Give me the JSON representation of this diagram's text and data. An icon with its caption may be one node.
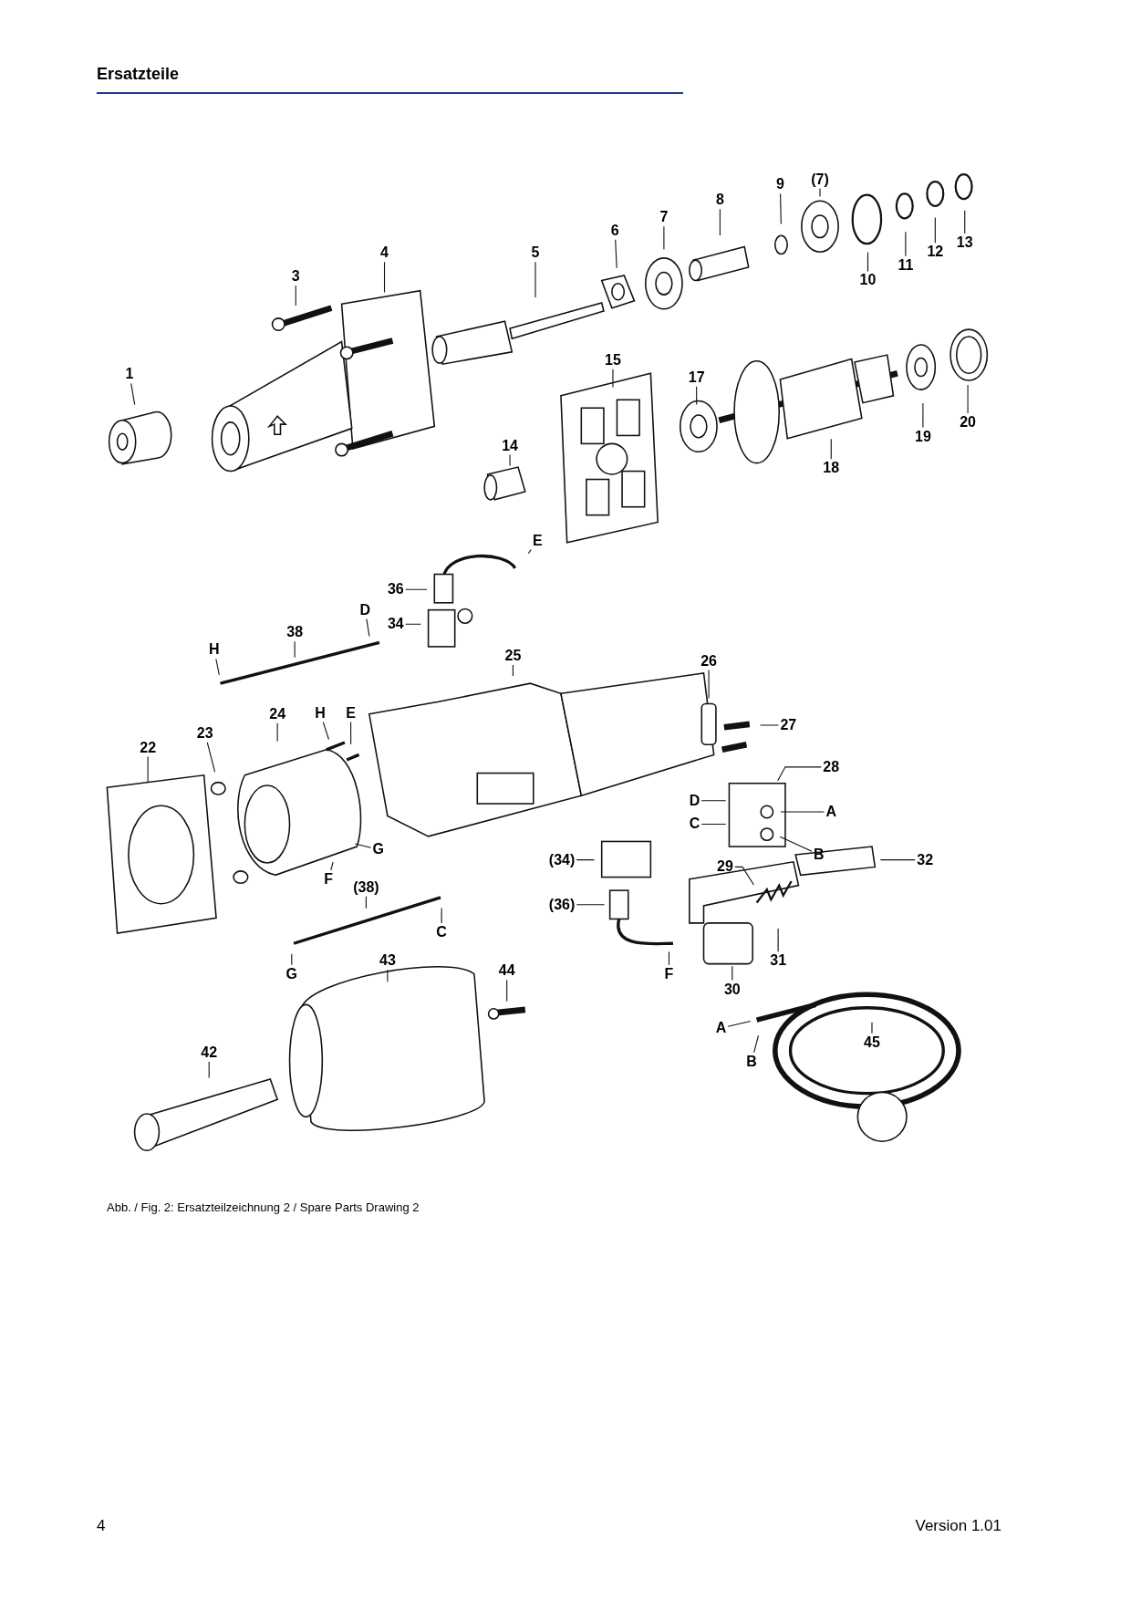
{
  "diagram": {
    "title": "Ersatzteile",
    "caption": "Abb. / Fig. 2: Ersatzteilzeichnung 2 / Spare Parts Drawing 2",
    "nodes": [
      {
        "text": [
          "1"
        ]
      },
      {
        "text": [
          "3"
        ]
      },
      {
        "text": [
          "4"
        ]
      },
      {
        "text": [
          "5"
        ]
      },
      {
        "text": [
          "6"
        ]
      },
      {
        "text": [
          "7"
        ]
      },
      {
        "text": [
          "8"
        ]
      },
      {
        "text": [
          "9"
        ]
      },
      {
        "text": [
          "(7)"
        ]
      },
      {
        "text": [
          "10"
        ]
      },
      {
        "text": [
          "11"
        ]
      },
      {
        "text": [
          "12"
        ]
      },
      {
        "text": [
          "13"
        ]
      },
      {
        "text": [
          "15"
        ]
      },
      {
        "text": [
          "17"
        ]
      },
      {
        "text": [
          "18"
        ]
      },
      {
        "text": [
          "19"
        ]
      },
      {
        "text": [
          "20"
        ]
      },
      {
        "text": [
          "14"
        ]
      },
      {
        "text": [
          "E"
        ]
      },
      {
        "text": [
          "36"
        ]
      },
      {
        "text": [
          "34"
        ]
      },
      {
        "text": [
          "38"
        ]
      },
      {
        "text": [
          "D"
        ]
      },
      {
        "text": [
          "H"
        ]
      },
      {
        "text": [
          "25"
        ]
      },
      {
        "text": [
          "26"
        ]
      },
      {
        "text": [
          "27"
        ]
      },
      {
        "text": [
          "28"
        ]
      },
      {
        "text": [
          "D"
        ]
      },
      {
        "text": [
          "C"
        ]
      },
      {
        "text": [
          "A"
        ]
      },
      {
        "text": [
          "B"
        ]
      },
      {
        "text": [
          "22"
        ]
      },
      {
        "text": [
          "23"
        ]
      },
      {
        "text": [
          "24"
        ]
      },
      {
        "text": [
          "H"
        ]
      },
      {
        "text": [
          "E"
        ]
      },
      {
        "text": [
          "G"
        ]
      },
      {
        "text": [
          "F"
        ]
      },
      {
        "text": [
          "(34)"
        ]
      },
      {
        "text": [
          "(36)"
        ]
      },
      {
        "text": [
          "29"
        ]
      },
      {
        "text": [
          "32"
        ]
      },
      {
        "text": [
          "31"
        ]
      },
      {
        "text": [
          "30"
        ]
      },
      {
        "text": [
          "F"
        ]
      },
      {
        "text": [
          "(38)"
        ]
      },
      {
        "text": [
          "C"
        ]
      },
      {
        "text": [
          "G"
        ]
      },
      {
        "text": [
          "43"
        ]
      },
      {
        "text": [
          "44"
        ]
      },
      {
        "text": [
          "42"
        ]
      },
      {
        "text": [
          "A"
        ]
      },
      {
        "text": [
          "B"
        ]
      },
      {
        "text": [
          "45"
        ]
      }
    ],
    "edges": [
      {
        "from": 0,
        "to": null,
        "arrow": "none"
      },
      {
        "from": 1,
        "to": null,
        "arrow": "none"
      },
      {
        "from": 2,
        "to": null,
        "arrow": "none"
      },
      {
        "from": 3,
        "to": null,
        "arrow": "none"
      },
      {
        "from": 4,
        "to": null,
        "arrow": "none"
      },
      {
        "from": 5,
        "to": null,
        "arrow": "none"
      },
      {
        "from": 6,
        "to": null,
        "arrow": "none"
      },
      {
        "from": 7,
        "to": null,
        "arrow": "none"
      },
      {
        "from": 8,
        "to": null,
        "arrow": "none"
      },
      {
        "from": 9,
        "to": null,
        "arrow": "none"
      },
      {
        "from": 10,
        "to": null,
        "arrow": "none"
      },
      {
        "from": 11,
        "to": null,
        "arrow": "none"
      },
      {
        "from": 12,
        "to": null,
        "arrow": "none"
      },
      {
        "from": 13,
        "to": null,
        "arrow": "none"
      },
      {
        "from": 14,
        "to": null,
        "arrow": "none"
      },
      {
        "from": 15,
        "to": null,
        "arrow": "none"
      },
      {
        "from": 16,
        "to": null,
        "arrow": "none"
      },
      {
        "from": 17,
        "to": null,
        "arrow": "none"
      },
      {
        "from": 18,
        "to": null,
        "arrow": "none"
      },
      {
        "from": 19,
        "to": null,
        "arrow": "none"
      },
      {
        "from": 20,
        "to": null,
        "arrow": "none"
      },
      {
        "from": 21,
        "to": null,
        "arrow": "none"
      },
      {
        "from": 22,
        "to": null,
        "arrow": "none"
      },
      {
        "from": 23,
        "to": null,
        "arrow": "none"
      },
      {
        "from": 24,
        "to": null,
        "arrow": "none"
      },
      {
        "from": 25,
        "to": null,
        "arrow": "none"
      },
      {
        "from": 26,
        "to": null,
        "arrow": "none"
      },
      {
        "from": 27,
        "to": null,
        "arrow": "none"
      },
      {
        "from": 28,
        "to": null,
        "arrow": "none"
      },
      {
        "from": 29,
        "to": null,
        "arrow": "none"
      },
      {
        "from": 30,
        "to": null,
        "arrow": "none"
      },
      {
        "from": 31,
        "to": null,
        "arrow": "none"
      },
      {
        "from": 32,
        "to": null,
        "arrow": "none"
      },
      {
        "from": 33,
        "to": null,
        "arrow": "none"
      },
      {
        "from": 34,
        "to": null,
        "arrow": "none"
      },
      {
        "from": 35,
        "to": null,
        "arrow": "none"
      },
      {
        "from": 36,
        "to": null,
        "arrow": "none"
      },
      {
        "from": 37,
        "to": null,
        "arrow": "none"
      },
      {
        "from": 38,
        "to": null,
        "arrow": "none"
      },
      {
        "from": 39,
        "to": null,
        "arrow": "none"
      },
      {
        "from": 40,
        "to": null,
        "arrow": "none"
      },
      {
        "from": 41,
        "to": null,
        "arrow": "none"
      },
      {
        "from": 42,
        "to": null,
        "arrow": "none"
      },
      {
        "from": 43,
        "to": null,
        "arrow": "none"
      },
      {
        "from": 44,
        "to": null,
        "arrow": "none"
      },
      {
        "from": 45,
        "to": null,
        "arrow": "none"
      },
      {
        "from": 46,
        "to": null,
        "arrow": "none"
      },
      {
        "from": 47,
        "to": null,
        "arrow": "none"
      },
      {
        "from": 48,
        "to": null,
        "arrow": "none"
      },
      {
        "from": 49,
        "to": null,
        "arrow": "none"
      },
      {
        "from": 50,
        "to": null,
        "arrow": "none"
      },
      {
        "from": 51,
        "to": null,
        "arrow": "none"
      },
      {
        "from": 52,
        "to": null,
        "arrow": "none"
      },
      {
        "from": 53,
        "to": null,
        "arrow": "none"
      },
      {
        "from": 54,
        "to": null,
        "arrow": "none"
      },
      {
        "from": 55,
        "to": null,
        "arrow": "none"
      }
    ],
    "labels": [
      "4",
      "Version 1.01"
    ]
  }
}
